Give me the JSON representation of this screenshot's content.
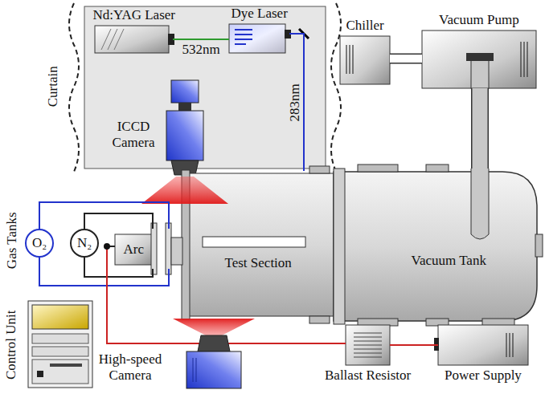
{
  "diagram": {
    "nodes": [
      {
        "text": [
          "Curtain"
        ]
      },
      {
        "text": [
          "Nd:YAG Laser"
        ],
        "in": 0
      },
      {
        "text": [
          "Dye Laser"
        ],
        "in": 0
      },
      {
        "text": [
          "ICCD Camera"
        ],
        "in": 0
      },
      {
        "text": [
          "Chiller"
        ]
      },
      {
        "text": [
          "Vacuum Pump"
        ]
      },
      {
        "text": [
          "O₂"
        ]
      },
      {
        "text": [
          "N₂"
        ]
      },
      {
        "text": [
          "Arc"
        ]
      },
      {
        "text": [
          "Test Section"
        ]
      },
      {
        "text": [
          "Vacuum Tank"
        ]
      },
      {
        "text": [
          "Control Unit"
        ]
      },
      {
        "text": [
          "High-speed Camera"
        ]
      },
      {
        "text": [
          "Ballast Resistor"
        ]
      },
      {
        "text": [
          "Power Supply"
        ]
      }
    ],
    "edges": [
      {
        "from": 1,
        "to": 2,
        "label": "532nm",
        "arrow": "none"
      },
      {
        "from": 2,
        "to": 9,
        "label": "283nm",
        "arrow": "none"
      },
      {
        "from": 4,
        "to": 5,
        "arrow": "none"
      },
      {
        "from": 5,
        "to": 10,
        "arrow": "none"
      },
      {
        "from": 6,
        "to": 8,
        "arrow": "none"
      },
      {
        "from": 6,
        "to": 8,
        "arrow": "none"
      },
      {
        "from": 7,
        "to": 8,
        "arrow": "none"
      },
      {
        "from": 7,
        "to": 8,
        "arrow": "none"
      },
      {
        "from": 8,
        "to": 13,
        "arrow": "none"
      },
      {
        "from": 13,
        "to": 14,
        "arrow": "none"
      }
    ],
    "labels": [
      "Gas Tanks"
    ]
  }
}
